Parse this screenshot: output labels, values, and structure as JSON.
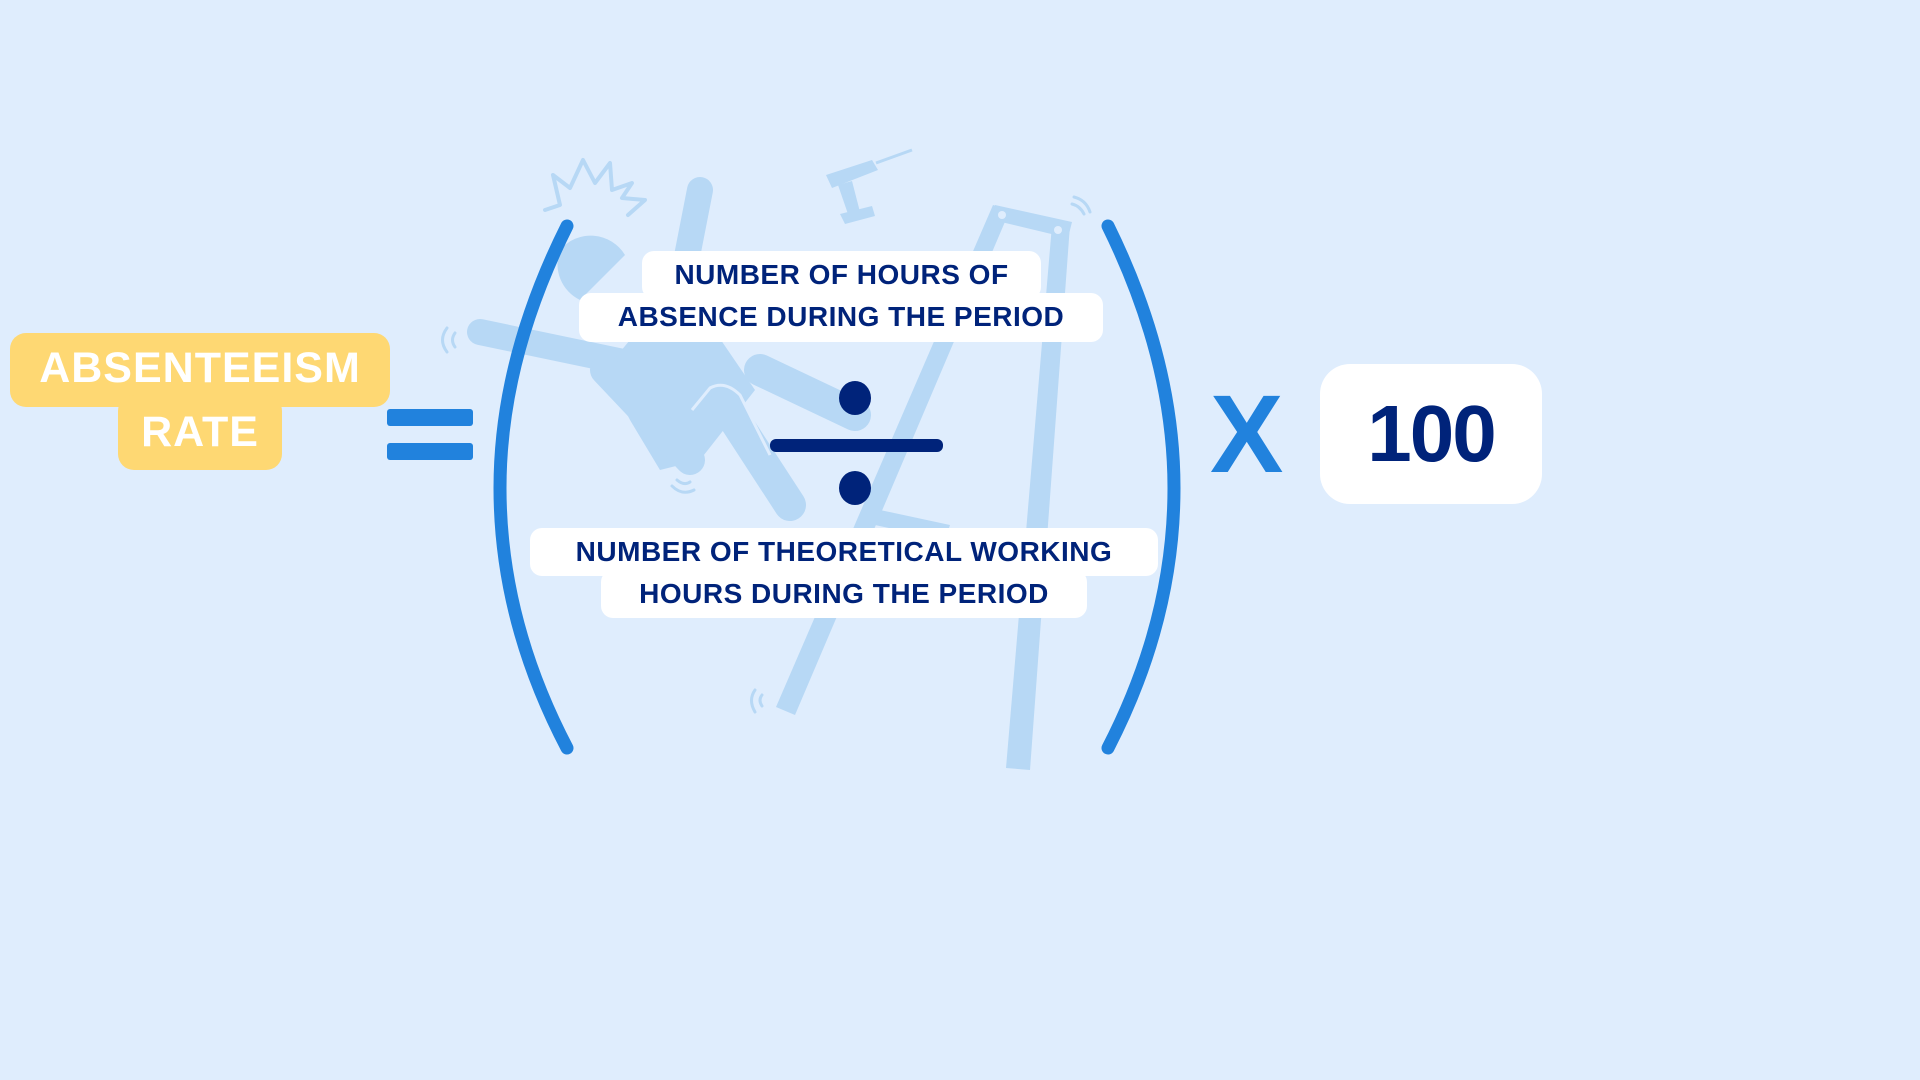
{
  "formula": {
    "title_line1": "ABSENTEEISM",
    "title_line2": "RATE",
    "equals_symbol": "=",
    "numerator_line1": "NUMBER OF HOURS OF",
    "numerator_line2": "ABSENCE DURING THE PERIOD",
    "division_symbol": "÷",
    "denominator_line1": "NUMBER OF THEORETICAL WORKING",
    "denominator_line2": "HOURS DURING THE PERIOD",
    "multiply_symbol": "X",
    "multiplier": "100"
  },
  "illustration": {
    "subject": "worker falling from ladder with drill",
    "icons": [
      "falling-person-icon",
      "ladder-icon",
      "drill-icon",
      "impact-burst-icon",
      "motion-lines-icon"
    ]
  },
  "colors": {
    "background": "#dfedfd",
    "title_pill": "#fed873",
    "accent_blue": "#2182dd",
    "navy_text": "#00237a",
    "illustration_blue": "#b7d8f5",
    "box_white": "#ffffff"
  }
}
